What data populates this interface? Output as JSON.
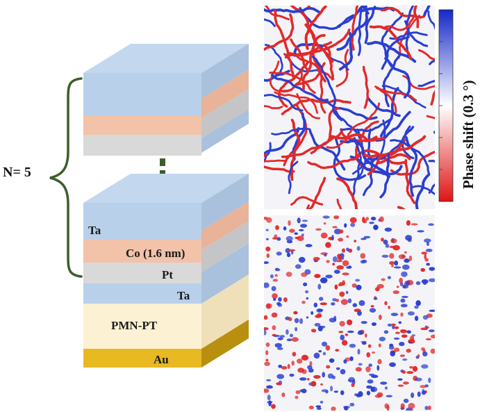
{
  "diagram": {
    "repeat_label": "N= 5",
    "layers": {
      "ta_top": "Ta",
      "co": "Co (1.6 nm)",
      "pt": "Pt",
      "ta_bottom": "Ta",
      "substrate": "PMN-PT",
      "electrode": "Au"
    },
    "layer_colors": {
      "ta": "#b6cfea",
      "co": "#f2c2a8",
      "pt": "#d9d9d9",
      "pmn_pt": "#fdf1d4",
      "au": "#e8b920",
      "brace": "#3c5e2c",
      "dots": "#3c5e2c"
    }
  },
  "mfm_images": {
    "top_pattern": "maze-like stripe domains",
    "bottom_pattern": "bubble / skyrmion-like domains",
    "domain_colors": {
      "positive": "#2a3fd0",
      "negative": "#e12a2a",
      "neutral": "#f4f4f8"
    }
  },
  "colorbar": {
    "title": "Phase shift (0.3 °)",
    "colors": {
      "top": "#1428c8",
      "middle": "#ffffff",
      "bottom": "#e01414"
    }
  }
}
